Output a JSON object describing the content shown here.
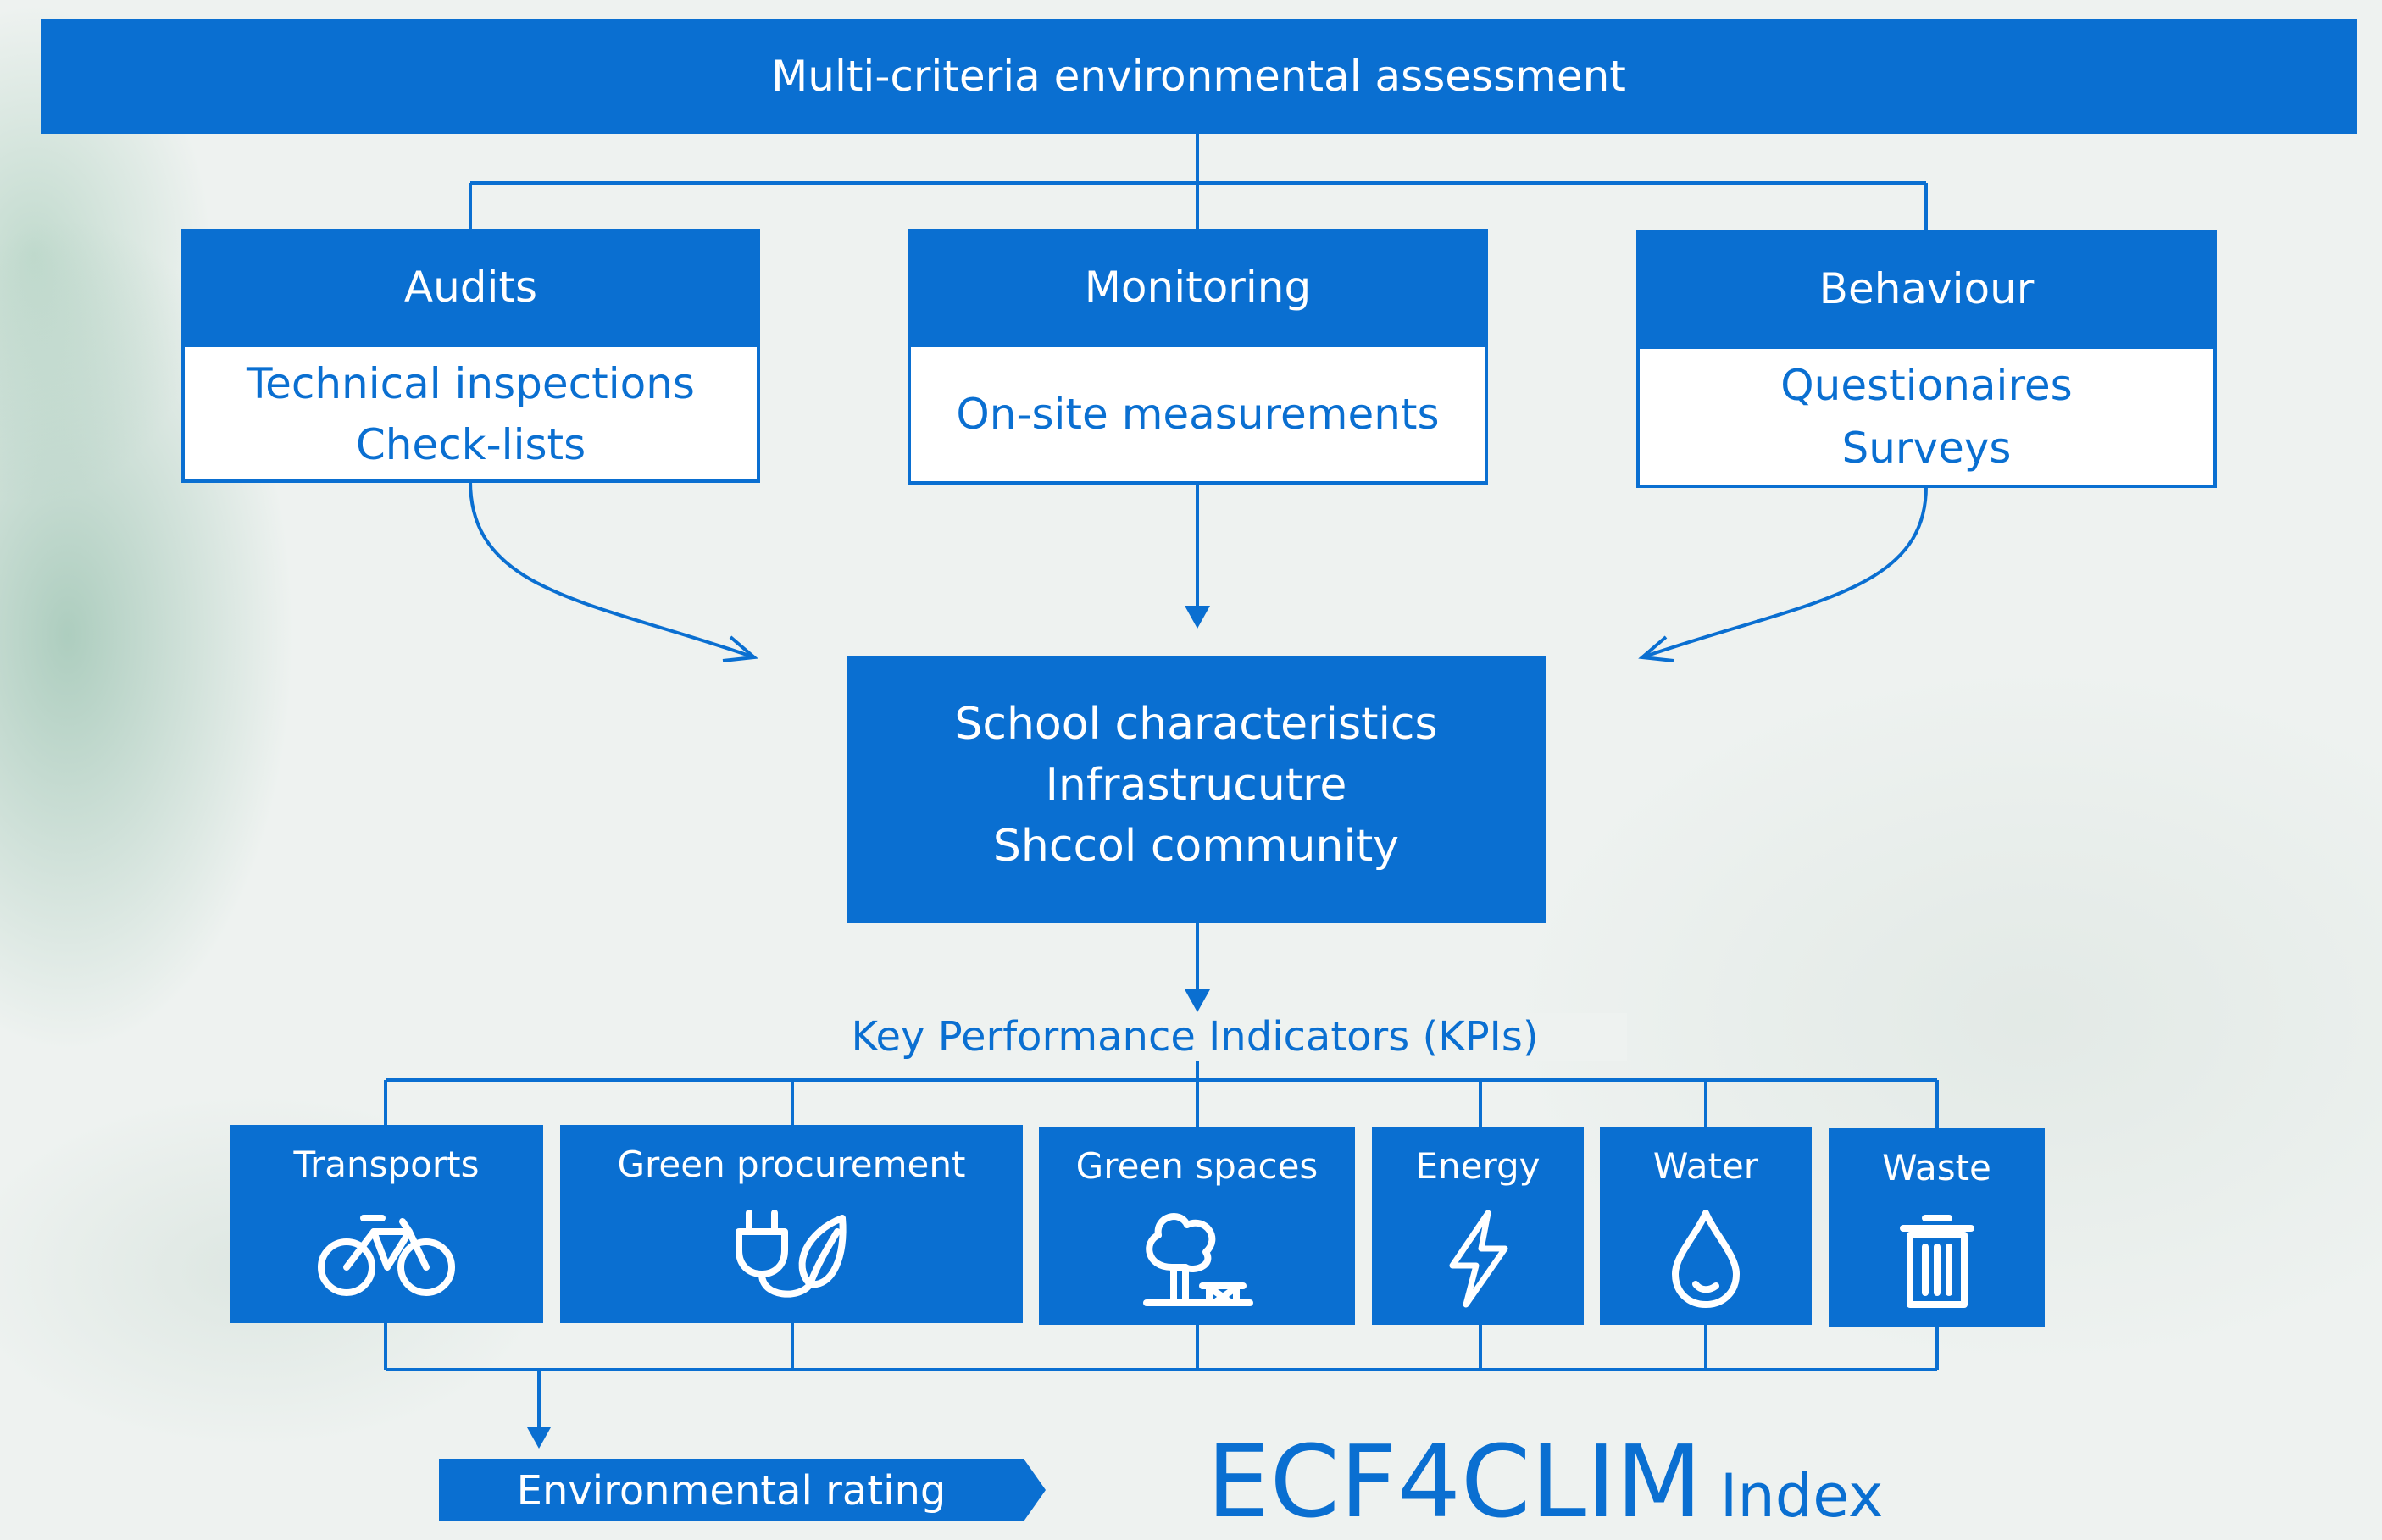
{
  "header": {
    "title": "Multi-criteria environmental assessment"
  },
  "columns": [
    {
      "title": "Audits",
      "lines": [
        "Technical inspections",
        "Check-lists"
      ]
    },
    {
      "title": "Monitoring",
      "lines": [
        "On-site measurements"
      ]
    },
    {
      "title": "Behaviour",
      "lines": [
        "Questionaires",
        "Surveys"
      ]
    }
  ],
  "center_box": {
    "lines": [
      "School characteristics",
      "Infrastrucutre",
      "Shccol community"
    ]
  },
  "kpi_heading": "Key Performance Indicators (KPIs)",
  "kpis": [
    {
      "label": "Transports",
      "icon": "bicycle-icon"
    },
    {
      "label": "Green procurement",
      "icon": "plug-leaf-icon"
    },
    {
      "label": "Green spaces",
      "icon": "tree-bench-icon"
    },
    {
      "label": "Energy",
      "icon": "lightning-icon"
    },
    {
      "label": "Water",
      "icon": "water-drop-icon"
    },
    {
      "label": "Waste",
      "icon": "trash-bin-icon"
    }
  ],
  "rating_label": "Environmental rating",
  "index": {
    "main": "ECF4CLIM",
    "suffix": "Index"
  },
  "colors": {
    "primary": "#0a6fd1",
    "background": "#eef2f0"
  }
}
